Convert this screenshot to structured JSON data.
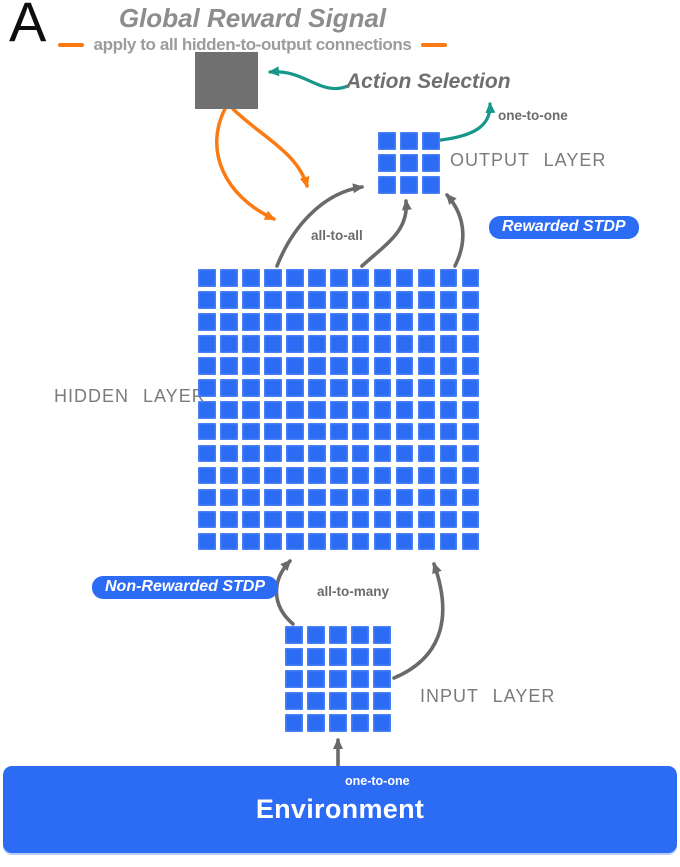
{
  "panel_label": "A",
  "header": {
    "title": "Global Reward Signal",
    "subtitle": "apply to all hidden-to-output connections"
  },
  "labels": {
    "action_selection": "Action Selection",
    "one_to_one_top": "one-to-one",
    "output_layer": "OUTPUT  LAYER",
    "rewarded_stdp": "Rewarded STDP",
    "all_to_all": "all-to-all",
    "hidden_layer": "HIDDEN  LAYER",
    "non_rewarded_stdp": "Non-Rewarded STDP",
    "all_to_many": "all-to-many",
    "input_layer": "INPUT  LAYER",
    "one_to_one_bottom": "one-to-one",
    "environment": "Environment"
  },
  "grids": {
    "output": {
      "rows": 3,
      "cols": 3
    },
    "hidden": {
      "rows": 13,
      "cols": 13
    },
    "input": {
      "rows": 5,
      "cols": 5
    }
  },
  "colors": {
    "neuron_blue": "#2c6bf4",
    "reward_orange": "#fb7a11",
    "action_teal": "#17978a",
    "arrow_gray": "#6a6a6a",
    "reward_node_gray": "#707070"
  }
}
